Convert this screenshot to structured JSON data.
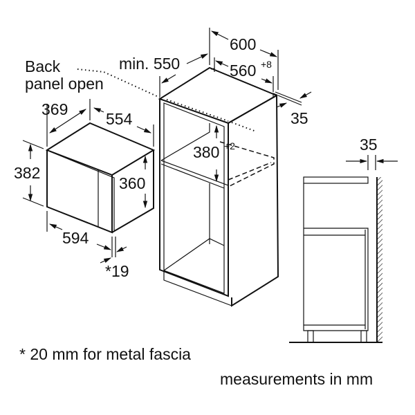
{
  "labels": {
    "back_panel_line1": "Back",
    "back_panel_line2": "panel open",
    "min_depth": "min. 550",
    "cabinet_width": "600",
    "niche_width": "560",
    "niche_width_tol": "+8",
    "cabinet_side_offset": "35",
    "appliance_depth": "369",
    "appliance_top_width": "554",
    "appliance_height": "382",
    "appliance_inner_height": "360",
    "appliance_width": "594",
    "fascia_depth": "*19",
    "niche_height": "380",
    "niche_height_tol": "+2",
    "side_view_gap": "35"
  },
  "footer": {
    "note": "* 20 mm for metal fascia",
    "units": "measurements in mm"
  }
}
